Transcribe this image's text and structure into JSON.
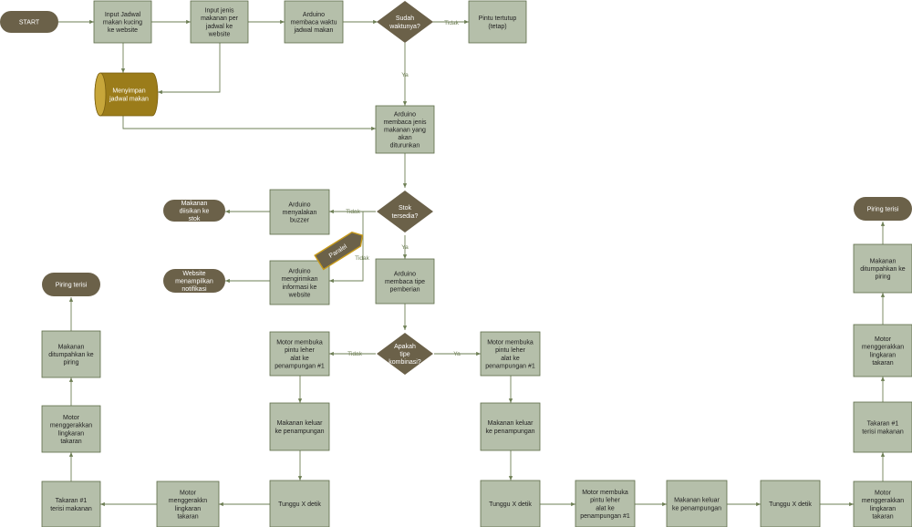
{
  "colors": {
    "process_fill": "#b5bfaa",
    "process_stroke": "#5c6b47",
    "decision_fill": "#6b6149",
    "terminal_fill": "#6b6149",
    "database_fill": "#9b7c1a",
    "database_top": "#c7a63a",
    "arrow": "#6e7f55",
    "label": "#6e7f55",
    "parallel_fill": "#6b6149",
    "parallel_stroke": "#c79a1a"
  },
  "nodes": {
    "start": "START",
    "input_jadwal": "Input Jadwal makan kucing ke website",
    "input_jenis": "Input jenis makanan per jadwal ke website",
    "arduino_waktu": "Arduino membaca waktu jadwal makan",
    "sudah_waktu": "Sudah waktunya?",
    "pintu_tertutup": "Pintu tertutup (tetap)",
    "menyimpan": "Menyimpan jadwal makan",
    "arduino_jenis": "Arduino membaca jenis makanan yang akan diturunkan",
    "stok": "Stok tersedia?",
    "buzzer": "Arduino menyalakan buzzer",
    "makanan_diisikan": "Makanan diisikan ke stok",
    "arduino_info": "Arduino mengirimkan informasi ke website",
    "website_notif": "Website menampilkan notifikasi",
    "paralel": "Paralel",
    "tipe": "Arduino membaca tipe pemberian",
    "kombinasi": "Apakah tipe kombinasi?",
    "motor_buka_a": "Motor membuka pintu leher alat ke penampungan #1",
    "keluar_a": "Makanan keluar ke penampungan",
    "tunggu_a": "Tunggu X detik",
    "lingkar_a": "Motor menggerakkn lingkaran takaran",
    "takaran_a": "Takaran #1 terisi makanan",
    "lingkar_a2": "Motor menggerakkan lingkaran takaran",
    "tumpah_a": "Makanan ditumpahkan ke piring",
    "piring_a": "Piring terisi",
    "motor_buka_b": "Motor membuka pintu leher alat ke penampungan #1",
    "keluar_b": "Makanan keluar ke penampungan",
    "tunggu_b": "Tunggu X detik",
    "motor_buka_c": "Motor membuka pintu leher alat ke penampungan #1",
    "keluar_c": "Makanan keluar ke penampungan",
    "tunggu_c": "Tunggu X detik",
    "lingkar_b": "Motor menggerakkan lingkaran takaran",
    "takaran_b": "Takaran #1 terisi makanan",
    "lingkar_b2": "Motor menggerakkan lingkaran takaran",
    "tumpah_b": "Makanan ditumpahkan ke piring",
    "piring_b": "Piring terisi"
  },
  "edge_labels": {
    "tidak": "Tidak",
    "ya": "Ya"
  }
}
